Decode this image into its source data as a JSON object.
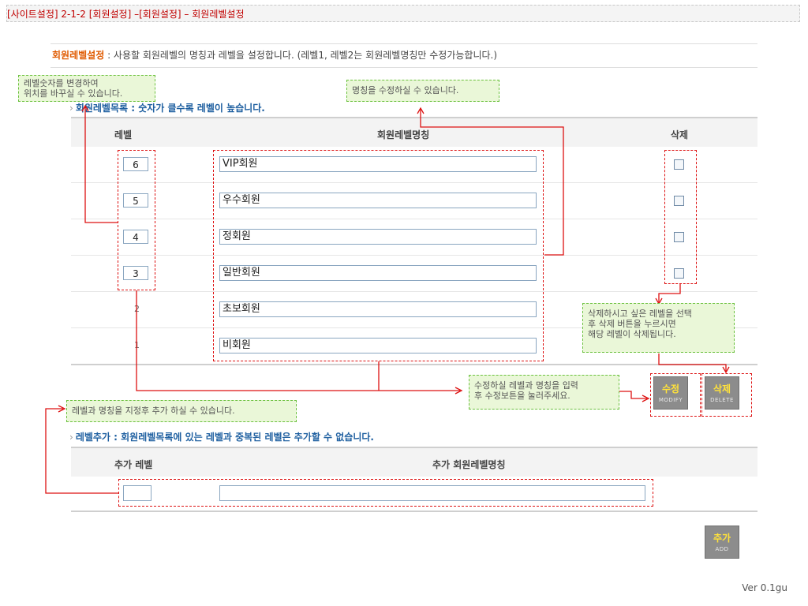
{
  "breadcrumb": "[사이트설정] 2-1-2 [회원설정] –[회원설정] – 회원레벨설정",
  "description": {
    "title": "회원레벨설정",
    "text": " : 사용할 회원레벨의 명칭과 레벨을 설정합니다. (레벨1, 레벨2는 회원레벨명칭만 수정가능합니다.)"
  },
  "list_section": {
    "title": "회원레벨목록 : 숫자가 클수록 레벨이 높습니다.",
    "headers": {
      "level": "레벨",
      "name": "회원레벨명칭",
      "delete": "삭제"
    },
    "rows": [
      {
        "level": "6",
        "name": "VIP회원",
        "editable": true
      },
      {
        "level": "5",
        "name": "우수회원",
        "editable": true
      },
      {
        "level": "4",
        "name": "정회원",
        "editable": true
      },
      {
        "level": "3",
        "name": "일반회원",
        "editable": true
      },
      {
        "level": "2",
        "name": "초보회원",
        "editable": false
      },
      {
        "level": "1",
        "name": "비회원",
        "editable": false
      }
    ]
  },
  "add_section": {
    "title": "레벨추가 : 회원레벨목록에 있는 레벨과 중복된 레벨은 추가할 수 없습니다.",
    "headers": {
      "level": "추가 레벨",
      "name": "추가 회원레벨명칭"
    },
    "level_value": "",
    "name_value": ""
  },
  "buttons": {
    "modify": {
      "label": "수정",
      "sub": "MODIFY"
    },
    "delete": {
      "label": "삭제",
      "sub": "DELETE"
    },
    "add": {
      "label": "추가",
      "sub": "ADD"
    }
  },
  "notes": {
    "level_change": "레벨숫자를 변경하여\n위치를 바꾸실 수 있습니다.",
    "name_edit": "명칭을 수정하실 수 있습니다.",
    "delete_help": "삭제하시고 싶은 레벨을 선택\n후 삭제 버튼을 누르시면\n해당 레벨이 삭제됩니다.",
    "modify_help": "수정하실 레벨과 명칭을 입력\n후 수정보튼을 눌러주세요.",
    "add_help": "레벨과 명칭을 지정후 추가 하실 수 있습니다."
  },
  "version": "Ver 0.1gu",
  "colors": {
    "breadcrumb": "#c00000",
    "accent_title": "#e05a00",
    "section_title": "#1e5fa0",
    "annotation_line": "#dd1111",
    "note_bg": "#eaf7d8"
  }
}
